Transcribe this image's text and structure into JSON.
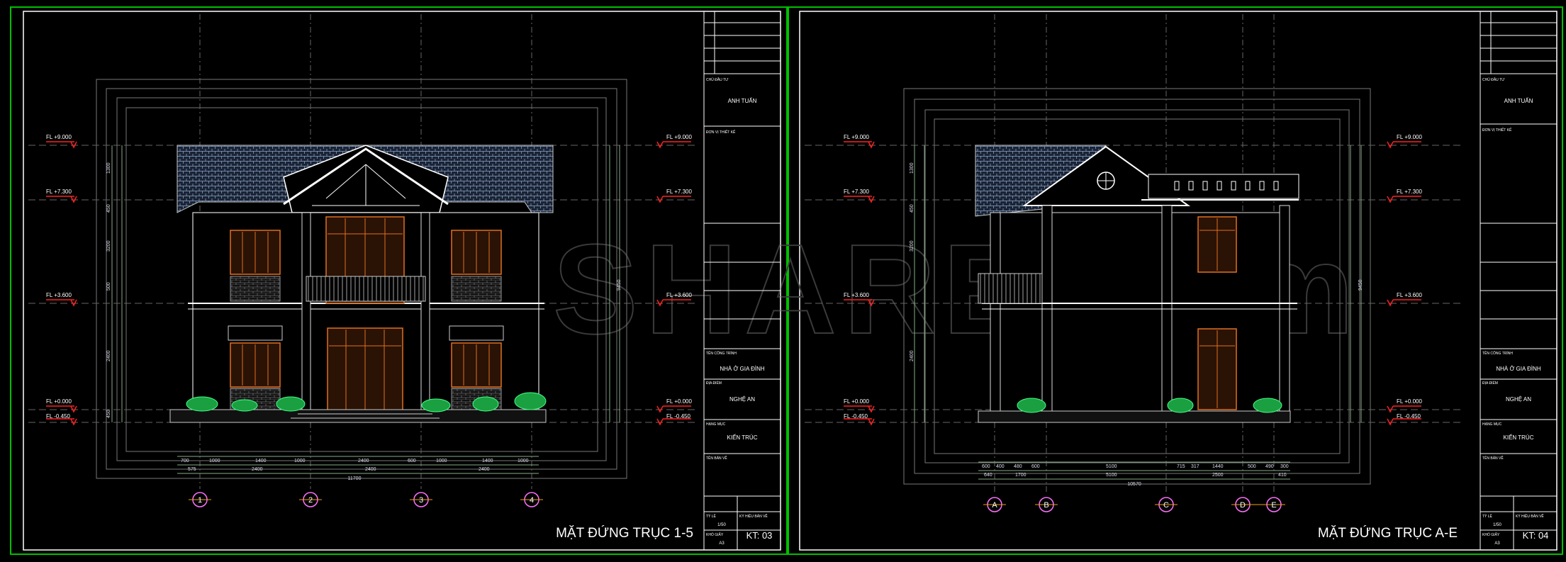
{
  "watermark": "DWGSHARE.com",
  "sheets": [
    {
      "title": "MẶT ĐỨNG TRỤC 1-5",
      "sheet_no": "KT: 03",
      "scale": "1/50",
      "size": "A3",
      "owner": "ANH TUẤN",
      "project": "NHÀ Ở GIA ĐÌNH",
      "location": "NGHỆ AN",
      "category": "KIẾN TRÚC",
      "axes": [
        "1",
        "2",
        "3",
        "4"
      ],
      "total_dim": "11700",
      "levels": [
        {
          "label": "FL +9.000",
          "value": 9.0
        },
        {
          "label": "FL +7.300",
          "value": 7.3
        },
        {
          "label": "FL +3.600",
          "value": 3.6
        },
        {
          "label": "FL +0.000",
          "value": 0.0
        },
        {
          "label": "FL -0.450",
          "value": -0.45
        }
      ]
    },
    {
      "title": "MẶT ĐỨNG TRỤC A-E",
      "sheet_no": "KT: 04",
      "scale": "1/50",
      "size": "A3",
      "owner": "ANH TUẤN",
      "project": "NHÀ Ở GIA ĐÌNH",
      "location": "NGHỆ AN",
      "category": "KIẾN TRÚC",
      "axes": [
        "A",
        "B",
        "C",
        "D",
        "E"
      ],
      "total_dim": "10570",
      "levels": [
        {
          "label": "FL +9.000",
          "value": 9.0
        },
        {
          "label": "FL +7.300",
          "value": 7.3
        },
        {
          "label": "FL +3.600",
          "value": 3.6
        },
        {
          "label": "FL +0.000",
          "value": 0.0
        },
        {
          "label": "FL -0.450",
          "value": -0.45
        }
      ]
    }
  ],
  "titleblock_labels": {
    "chu_dau_tu": "CHỦ ĐẦU TƯ",
    "don_vi": "ĐƠN VỊ THIẾT KẾ",
    "cong_trinh": "TÊN CÔNG TRÌNH",
    "dia_diem": "ĐỊA ĐIỂM",
    "hang_muc": "HẠNG MỤC",
    "ten_ban_ve": "TÊN BẢN VẼ",
    "ty_le": "TỶ LỆ",
    "kho_giay": "KHỔ GIẤY",
    "ky_hieu": "KÝ HIỆU BẢN VẼ"
  }
}
